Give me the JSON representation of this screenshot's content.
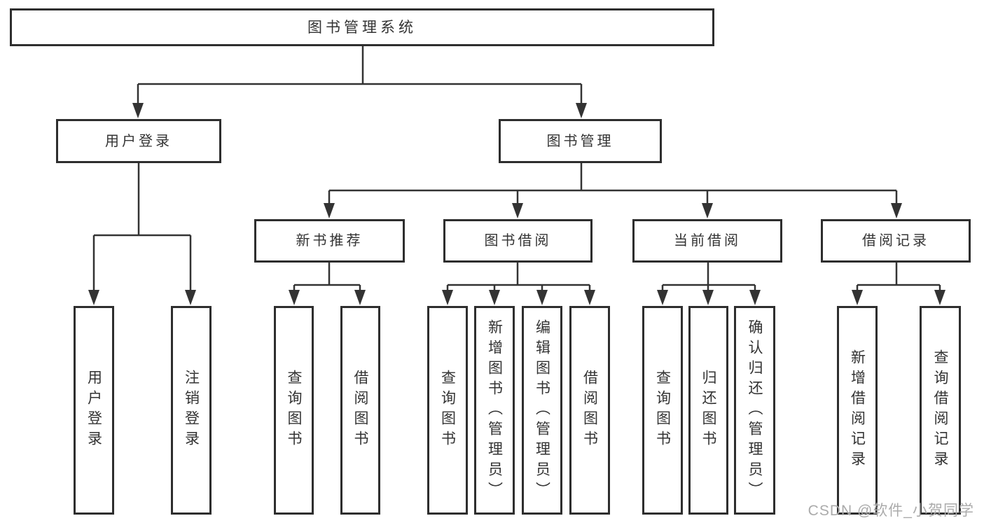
{
  "tree": {
    "label": "图书管理系统",
    "children": [
      {
        "label": "用户登录",
        "children": [
          {
            "label": "用户登录"
          },
          {
            "label": "注销登录"
          }
        ]
      },
      {
        "label": "图书管理",
        "children": [
          {
            "label": "新书推荐",
            "children": [
              {
                "label": "查询图书"
              },
              {
                "label": "借阅图书"
              }
            ]
          },
          {
            "label": "图书借阅",
            "children": [
              {
                "label": "查询图书"
              },
              {
                "label": "新增图书（管理员）"
              },
              {
                "label": "编辑图书（管理员）"
              },
              {
                "label": "借阅图书"
              }
            ]
          },
          {
            "label": "当前借阅",
            "children": [
              {
                "label": "查询图书"
              },
              {
                "label": "归还图书"
              },
              {
                "label": "确认归还（管理员）"
              }
            ]
          },
          {
            "label": "借阅记录",
            "children": [
              {
                "label": "新增借阅记录"
              },
              {
                "label": "查询借阅记录"
              }
            ]
          }
        ]
      }
    ]
  },
  "watermark": {
    "text": "CSDN @软件_小贺同学"
  },
  "colors": {
    "line": "#333333",
    "box_border": "#2e2e2e",
    "text": "#333333",
    "watermark": "#ababab",
    "background": "#ffffff"
  }
}
